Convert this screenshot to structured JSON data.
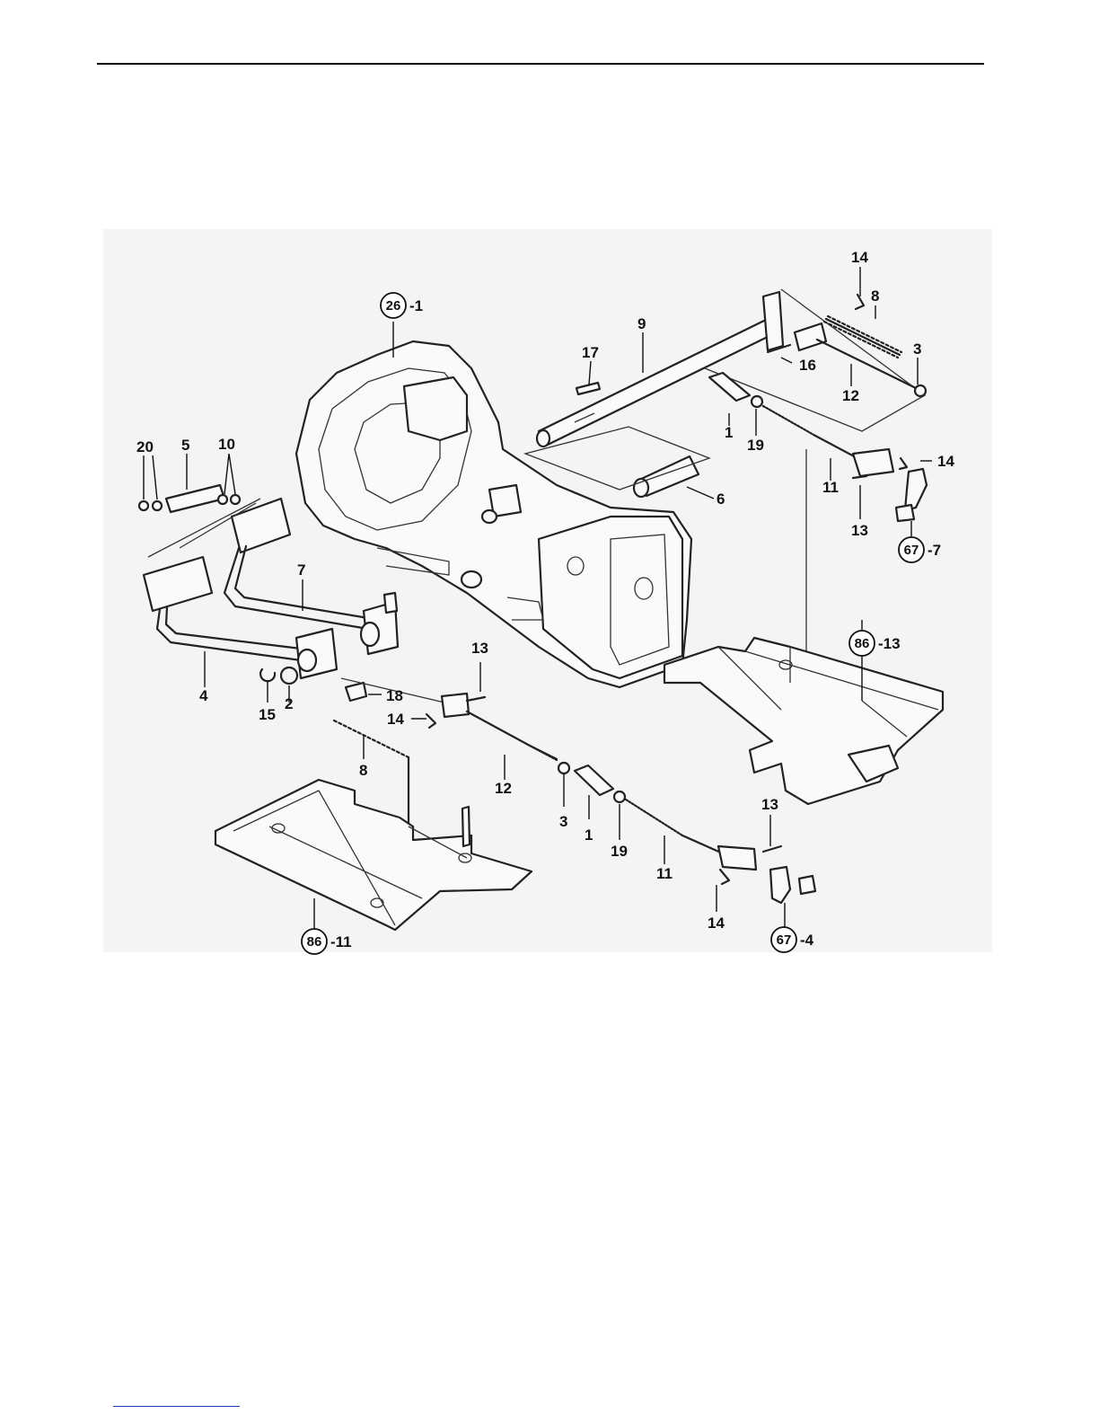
{
  "callouts": [
    {
      "id": "c14a",
      "text": "14"
    },
    {
      "id": "c8a",
      "text": "8"
    },
    {
      "id": "c3a",
      "text": "3"
    },
    {
      "id": "c9",
      "text": "9"
    },
    {
      "id": "c17",
      "text": "17"
    },
    {
      "id": "c16",
      "text": "16"
    },
    {
      "id": "c12a",
      "text": "12"
    },
    {
      "id": "c1a",
      "text": "1"
    },
    {
      "id": "c19a",
      "text": "19"
    },
    {
      "id": "c14b",
      "text": "14"
    },
    {
      "id": "c11a",
      "text": "11"
    },
    {
      "id": "c13a",
      "text": "13"
    },
    {
      "id": "c6",
      "text": "6"
    },
    {
      "id": "c20",
      "text": "20"
    },
    {
      "id": "c5",
      "text": "5"
    },
    {
      "id": "c10",
      "text": "10"
    },
    {
      "id": "c7",
      "text": "7"
    },
    {
      "id": "c4",
      "text": "4"
    },
    {
      "id": "c15",
      "text": "15"
    },
    {
      "id": "c2",
      "text": "2"
    },
    {
      "id": "c18",
      "text": "18"
    },
    {
      "id": "c14c",
      "text": "14"
    },
    {
      "id": "c13b",
      "text": "13"
    },
    {
      "id": "c8b",
      "text": "8"
    },
    {
      "id": "c12b",
      "text": "12"
    },
    {
      "id": "c3b",
      "text": "3"
    },
    {
      "id": "c1b",
      "text": "1"
    },
    {
      "id": "c19b",
      "text": "19"
    },
    {
      "id": "c11b",
      "text": "11"
    },
    {
      "id": "c13c",
      "text": "13"
    },
    {
      "id": "c14d",
      "text": "14"
    }
  ],
  "references": [
    {
      "id": "r26",
      "page": "26",
      "item": "-1"
    },
    {
      "id": "r67a",
      "page": "67",
      "item": "-7"
    },
    {
      "id": "r86a",
      "page": "86",
      "item": "-13"
    },
    {
      "id": "r86b",
      "page": "86",
      "item": "-11"
    },
    {
      "id": "r67b",
      "page": "67",
      "item": "-4"
    }
  ]
}
